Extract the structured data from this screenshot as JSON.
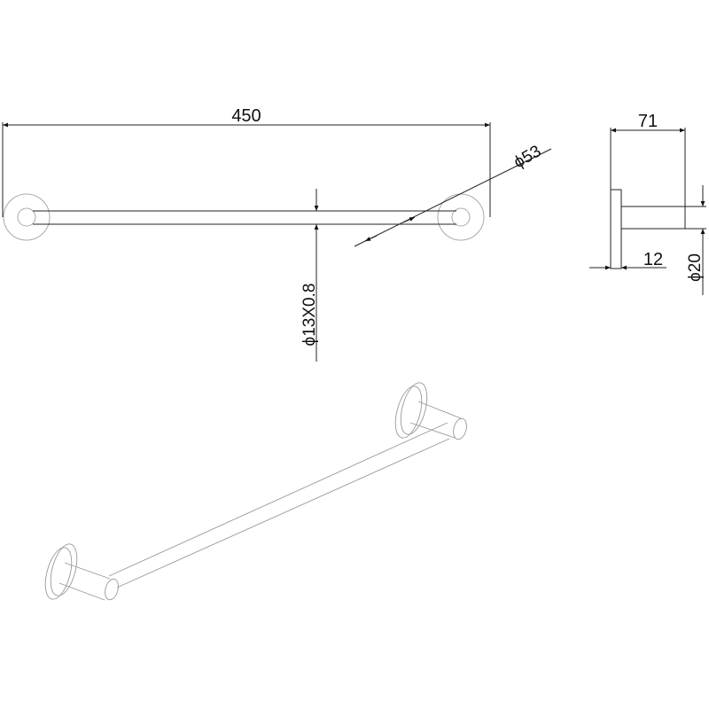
{
  "drawing": {
    "front_view": {
      "length_label": "450",
      "rosette_diameter_label": "ϕ53",
      "tube_label": "ϕ13X0.8"
    },
    "side_view": {
      "depth_label": "71",
      "plate_thickness_label": "12",
      "post_diameter_label": "ϕ20"
    },
    "colors": {
      "line": "#222222",
      "light_line": "#999999"
    }
  }
}
